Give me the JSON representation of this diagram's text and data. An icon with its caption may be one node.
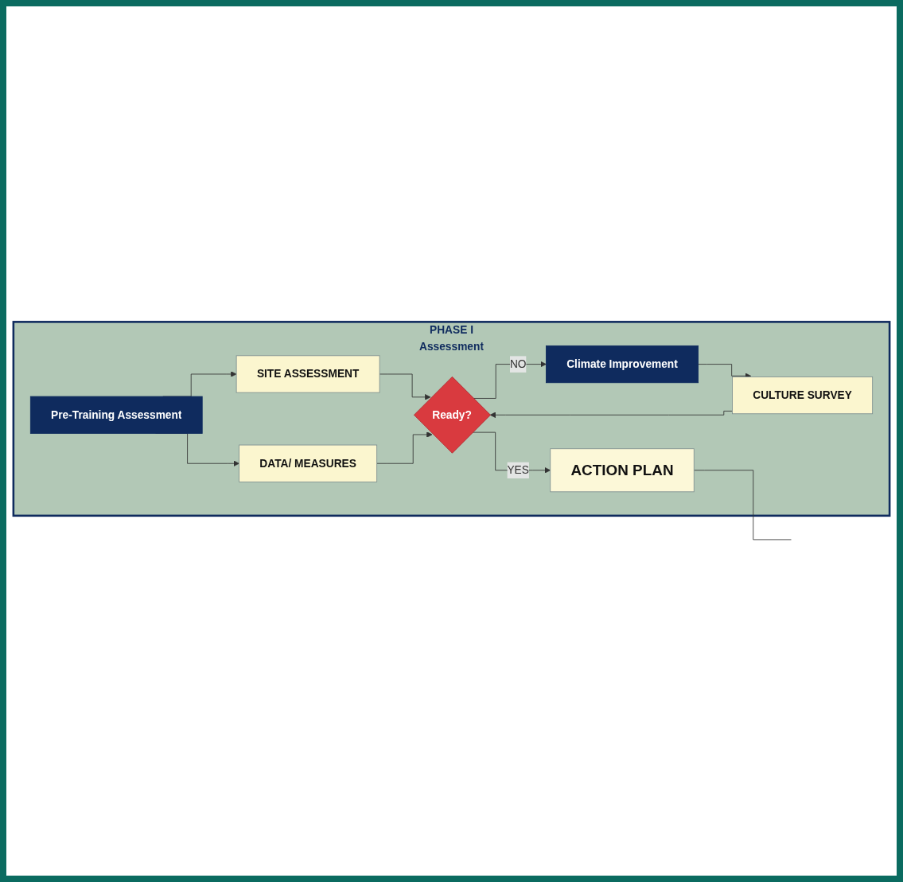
{
  "diagram": {
    "nodes": [
      {
        "text": [
          "PHASE I",
          "Assessment"
        ]
      },
      {
        "text": [
          "Pre-Training Assessment"
        ],
        "in": 0
      },
      {
        "text": [
          "SITE ASSESSMENT"
        ],
        "in": 0
      },
      {
        "text": [
          "CULTURE SURVEY"
        ],
        "in": 0
      },
      {
        "text": [
          "DATA/ MEASURES"
        ],
        "in": 0
      },
      {
        "text": [
          "Ready?"
        ],
        "in": 0
      },
      {
        "text": [
          "ACTION PLAN"
        ],
        "in": 0
      },
      {
        "text": [
          "Climate Improvement"
        ],
        "in": 0
      }
    ],
    "edges": [
      {
        "from": 1,
        "to": 2,
        "arrow": "to"
      },
      {
        "from": 1,
        "to": 4,
        "arrow": "to"
      },
      {
        "from": 7,
        "to": 3,
        "arrow": "to"
      },
      {
        "from": 2,
        "to": 5,
        "arrow": "to"
      },
      {
        "from": 3,
        "to": 5,
        "arrow": "to"
      },
      {
        "from": 4,
        "to": 5,
        "arrow": "to"
      },
      {
        "from": 5,
        "to": 6,
        "label": "YES",
        "arrow": "to"
      },
      {
        "from": 5,
        "to": 7,
        "label": "NO",
        "arrow": "to"
      },
      {
        "from": 6,
        "to": null,
        "arrow": "none"
      }
    ]
  }
}
